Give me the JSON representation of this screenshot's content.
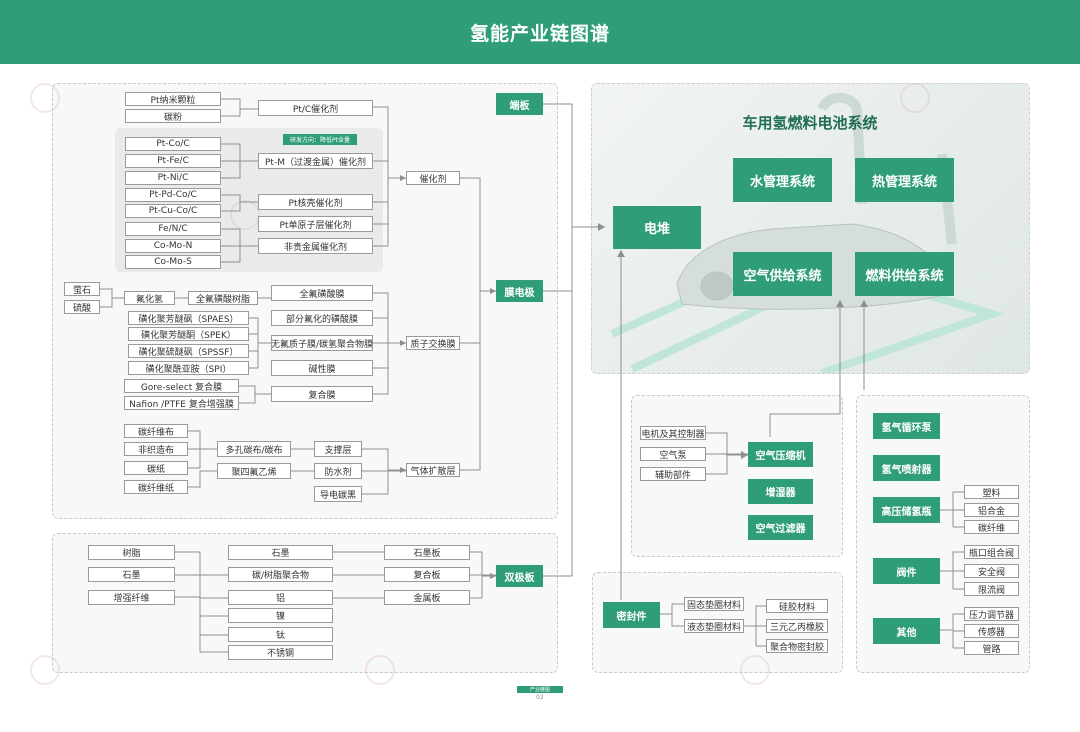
{
  "page": {
    "title": "氢能产业链图谱",
    "footer_tag": "产业链图",
    "page_number": "02"
  },
  "colors": {
    "accent": "#2f9e76",
    "line": "#8f8f8f",
    "panel_bg": "#f7f8f8"
  },
  "catalyst": {
    "pt_nano": "Pt纳米颗粒",
    "carbon_powder": "碳粉",
    "ptc": "Pt/C催化剂",
    "research_tag": "研发方向：降低Pt含量",
    "ptco": "Pt-Co/C",
    "ptfe_alloy": "Pt-Fe/C",
    "ptni": "Pt-Ni/C",
    "ptm": "Pt-M（过渡金属）催化剂",
    "ptpdco": "Pt-Pd-Co/C",
    "ptcuco": "Pt-Cu-Co/C",
    "core_shell": "Pt核壳催化剂",
    "single_layer": "Pt单原子层催化剂",
    "fenc": "Fe/N/C",
    "comon": "Co-Mo-N",
    "comos": "Co-Mo-S",
    "non_noble": "非贵金属催化剂",
    "catalyst": "催化剂"
  },
  "membrane": {
    "fluorite": "萤石",
    "sulfuric_acid": "硫酸",
    "hf": "氟化氢",
    "pfsa_resin": "全氟磺酸树脂",
    "pfsa_membrane": "全氟磺酸膜",
    "partial_fluor": "部分氟化的磺酸膜",
    "fluorine_free": "无氟质子膜/碳氢聚合物膜",
    "alkaline": "碱性膜",
    "composite": "复合膜",
    "pem": "质子交换膜",
    "spaes": "磺化聚芳醚砜（SPAES）",
    "spek": "磺化聚芳醚酮（SPEK）",
    "spssf": "磺化聚硫醚砜（SPSSF）",
    "spi": "磺化聚酰亚胺（SPI）",
    "gore": "Gore-select 复合膜",
    "nafion": "Nafion /PTFE 复合增强膜"
  },
  "gdl": {
    "cf_cloth": "碳纤维布",
    "nonwoven": "非织造布",
    "carbon_paper": "碳纸",
    "cf_paper": "碳纤维纸",
    "porous_carbon": "多孔碳布/碳布",
    "ptfe": "聚四氟乙烯",
    "support": "支撑层",
    "waterproof": "防水剂",
    "conductive_carbon": "导电碳黑",
    "gdl": "气体扩散层"
  },
  "bipolar": {
    "resin": "树脂",
    "graphite_raw": "石墨",
    "fiber": "增强纤维",
    "graphite": "石墨",
    "carbon_resin": "碳/树脂聚合物",
    "aluminum": "铝",
    "nickel": "镍",
    "titanium": "钛",
    "stainless": "不锈钢",
    "graphite_plate": "石墨板",
    "composite_plate": "复合板",
    "metal_plate": "金属板"
  },
  "stack_parts": {
    "end_plate": "端板",
    "mea": "膜电极",
    "bipolar_plate": "双极板"
  },
  "system": {
    "title": "车用氢燃料电池系统",
    "stack": "电堆",
    "water_mgmt": "水管理系统",
    "thermal_mgmt": "热管理系统",
    "air_supply": "空气供给系统",
    "fuel_supply": "燃料供给系统"
  },
  "air": {
    "motor": "电机及其控制器",
    "air_pump": "空气泵",
    "aux": "辅助部件",
    "compressor": "空气压缩机",
    "humidifier": "增湿器",
    "filter": "空气过滤器"
  },
  "seal": {
    "seal": "密封件",
    "solid": "固态垫圈材料",
    "liquid": "液态垫圈材料",
    "silicone": "硅胶材料",
    "epdm": "三元乙丙橡胶",
    "polymer": "聚合物密封胶"
  },
  "fuel": {
    "recirc": "氢气循环泵",
    "injector": "氢气喷射器",
    "tank": "高压储氢瓶",
    "valve": "阀件",
    "other": "其他",
    "plastic": "塑料",
    "al_alloy": "铝合金",
    "cf": "碳纤维",
    "combo_valve": "瓶口组合阀",
    "safety_valve": "安全阀",
    "flow_limit": "限流阀",
    "regulator": "压力调节器",
    "sensor": "传感器",
    "pipe": "管路"
  }
}
